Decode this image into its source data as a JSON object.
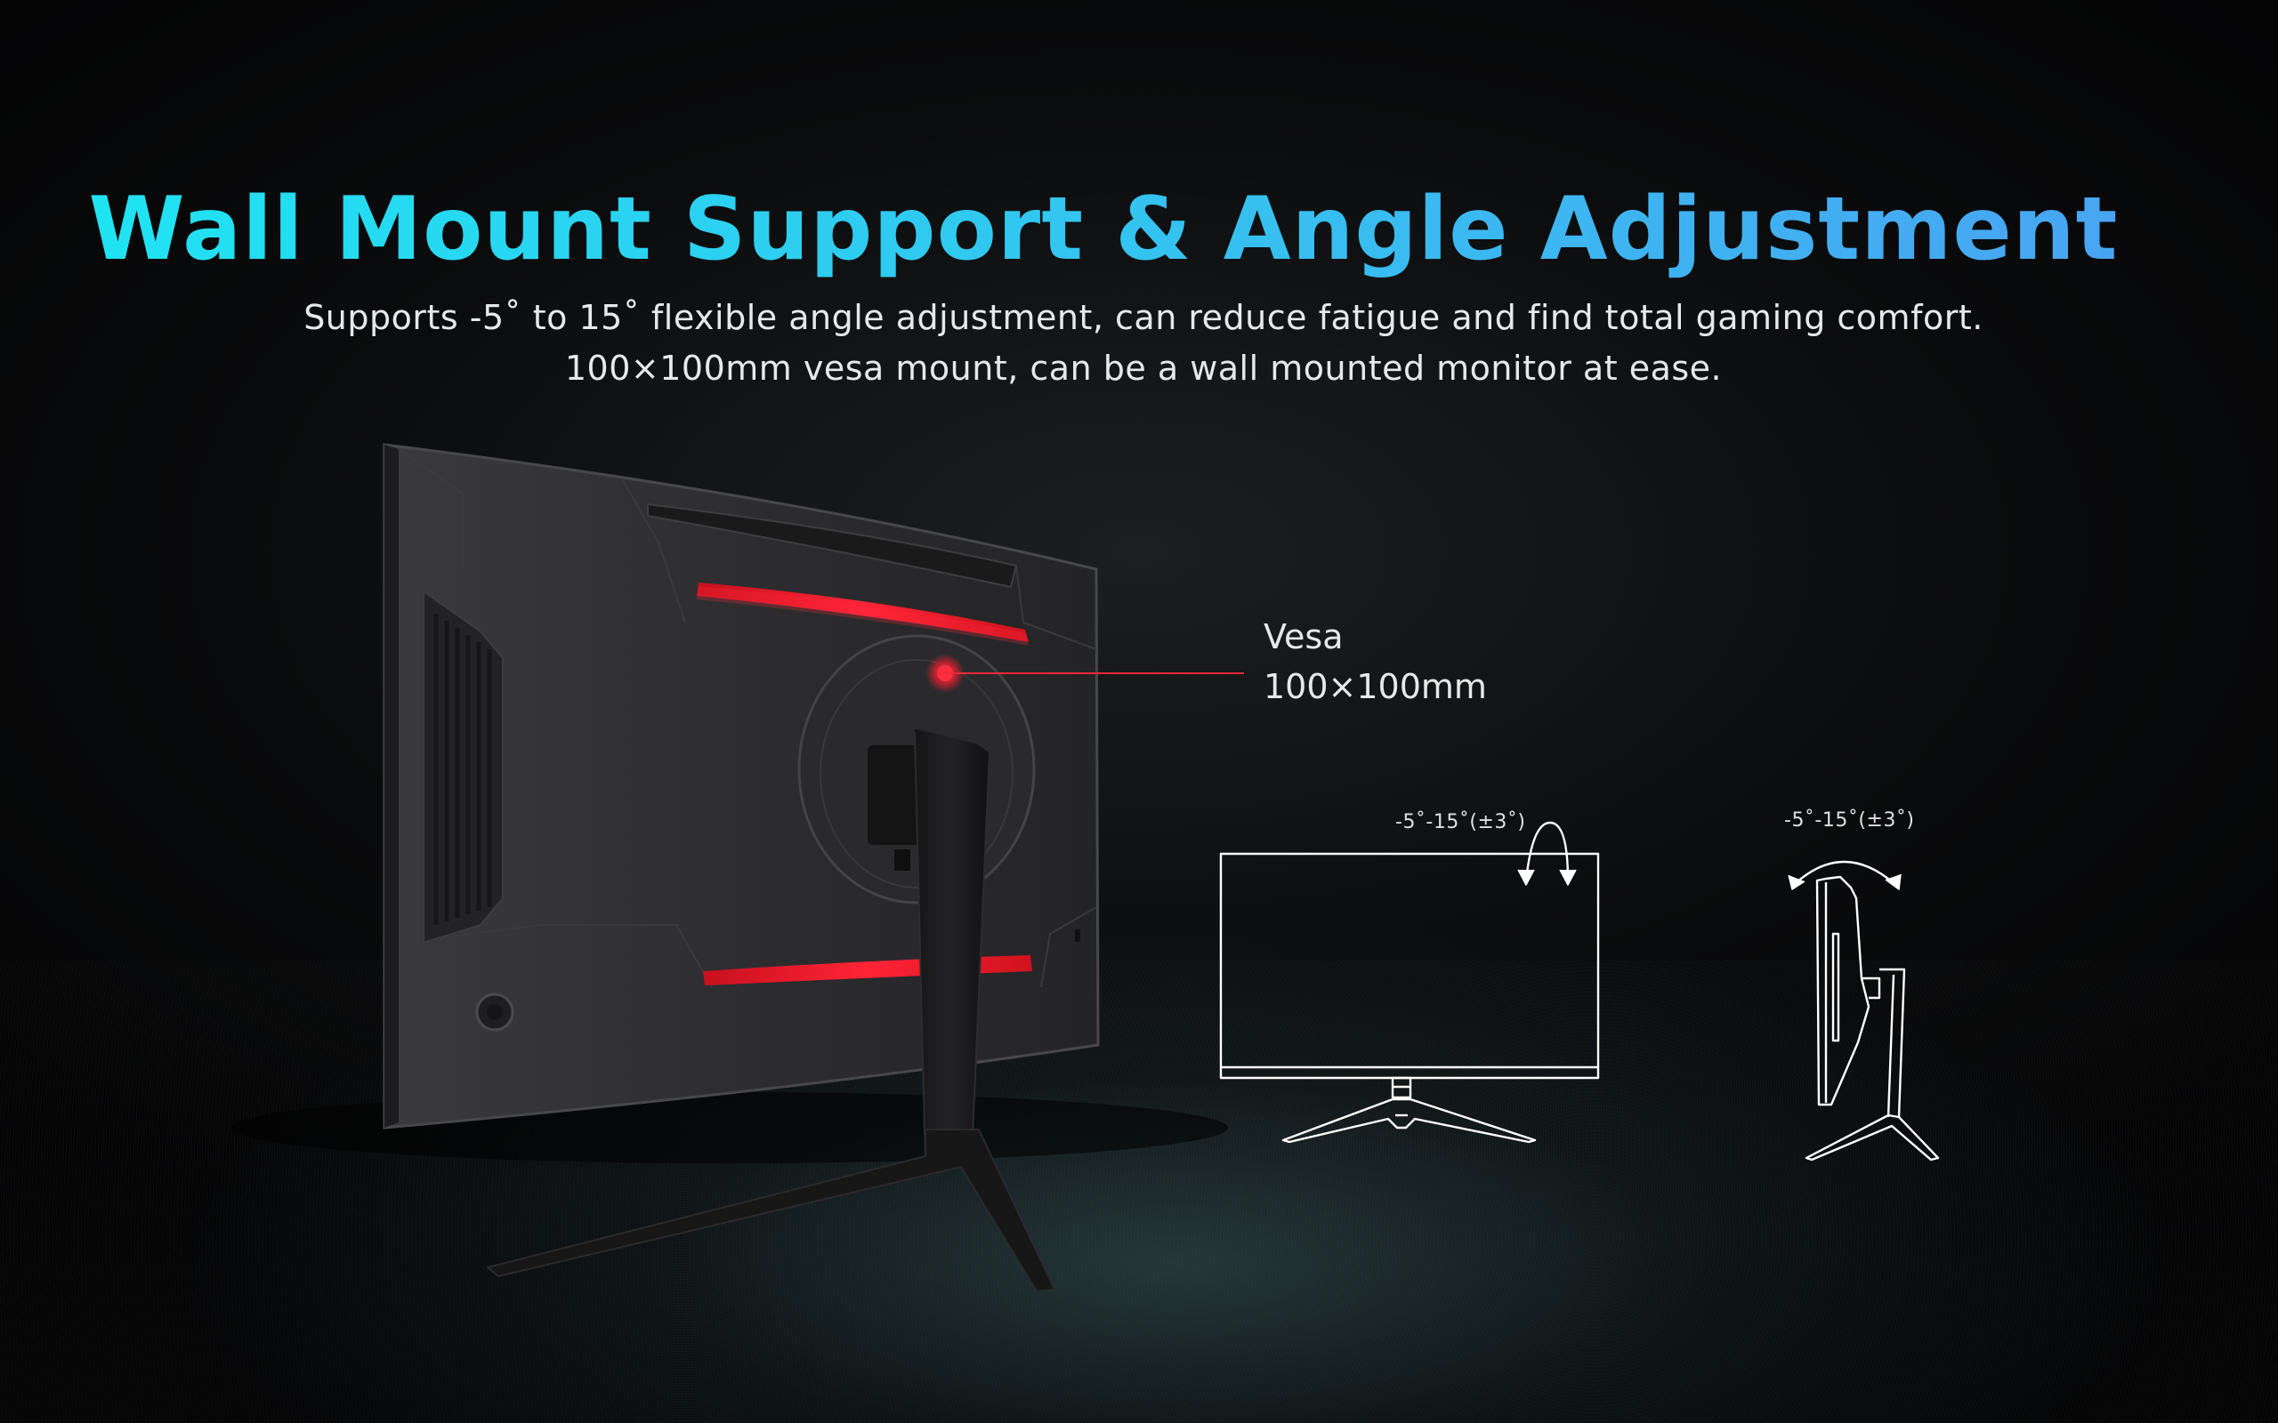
{
  "headline": "Wall Mount Support & Angle Adjustment",
  "subtitle": {
    "line1": "Supports -5˚ to 15˚ flexible angle adjustment, can reduce fatigue and find total gaming comfort.",
    "line2": "100×100mm vesa mount, can be a wall mounted monitor at ease."
  },
  "vesa_callout": {
    "line1": "Vesa",
    "line2": "100×100mm"
  },
  "tilt_labels": {
    "front_view": "-5˚-15˚(±3˚)",
    "side_view": "-5˚-15˚(±3˚)"
  },
  "colors": {
    "headline_gradient_start": "#1ee6f2",
    "headline_gradient_end": "#4aa2f2",
    "accent_red": "#ff1e32",
    "monitor_body": "#2f2f31",
    "line_art": "#ffffff"
  }
}
